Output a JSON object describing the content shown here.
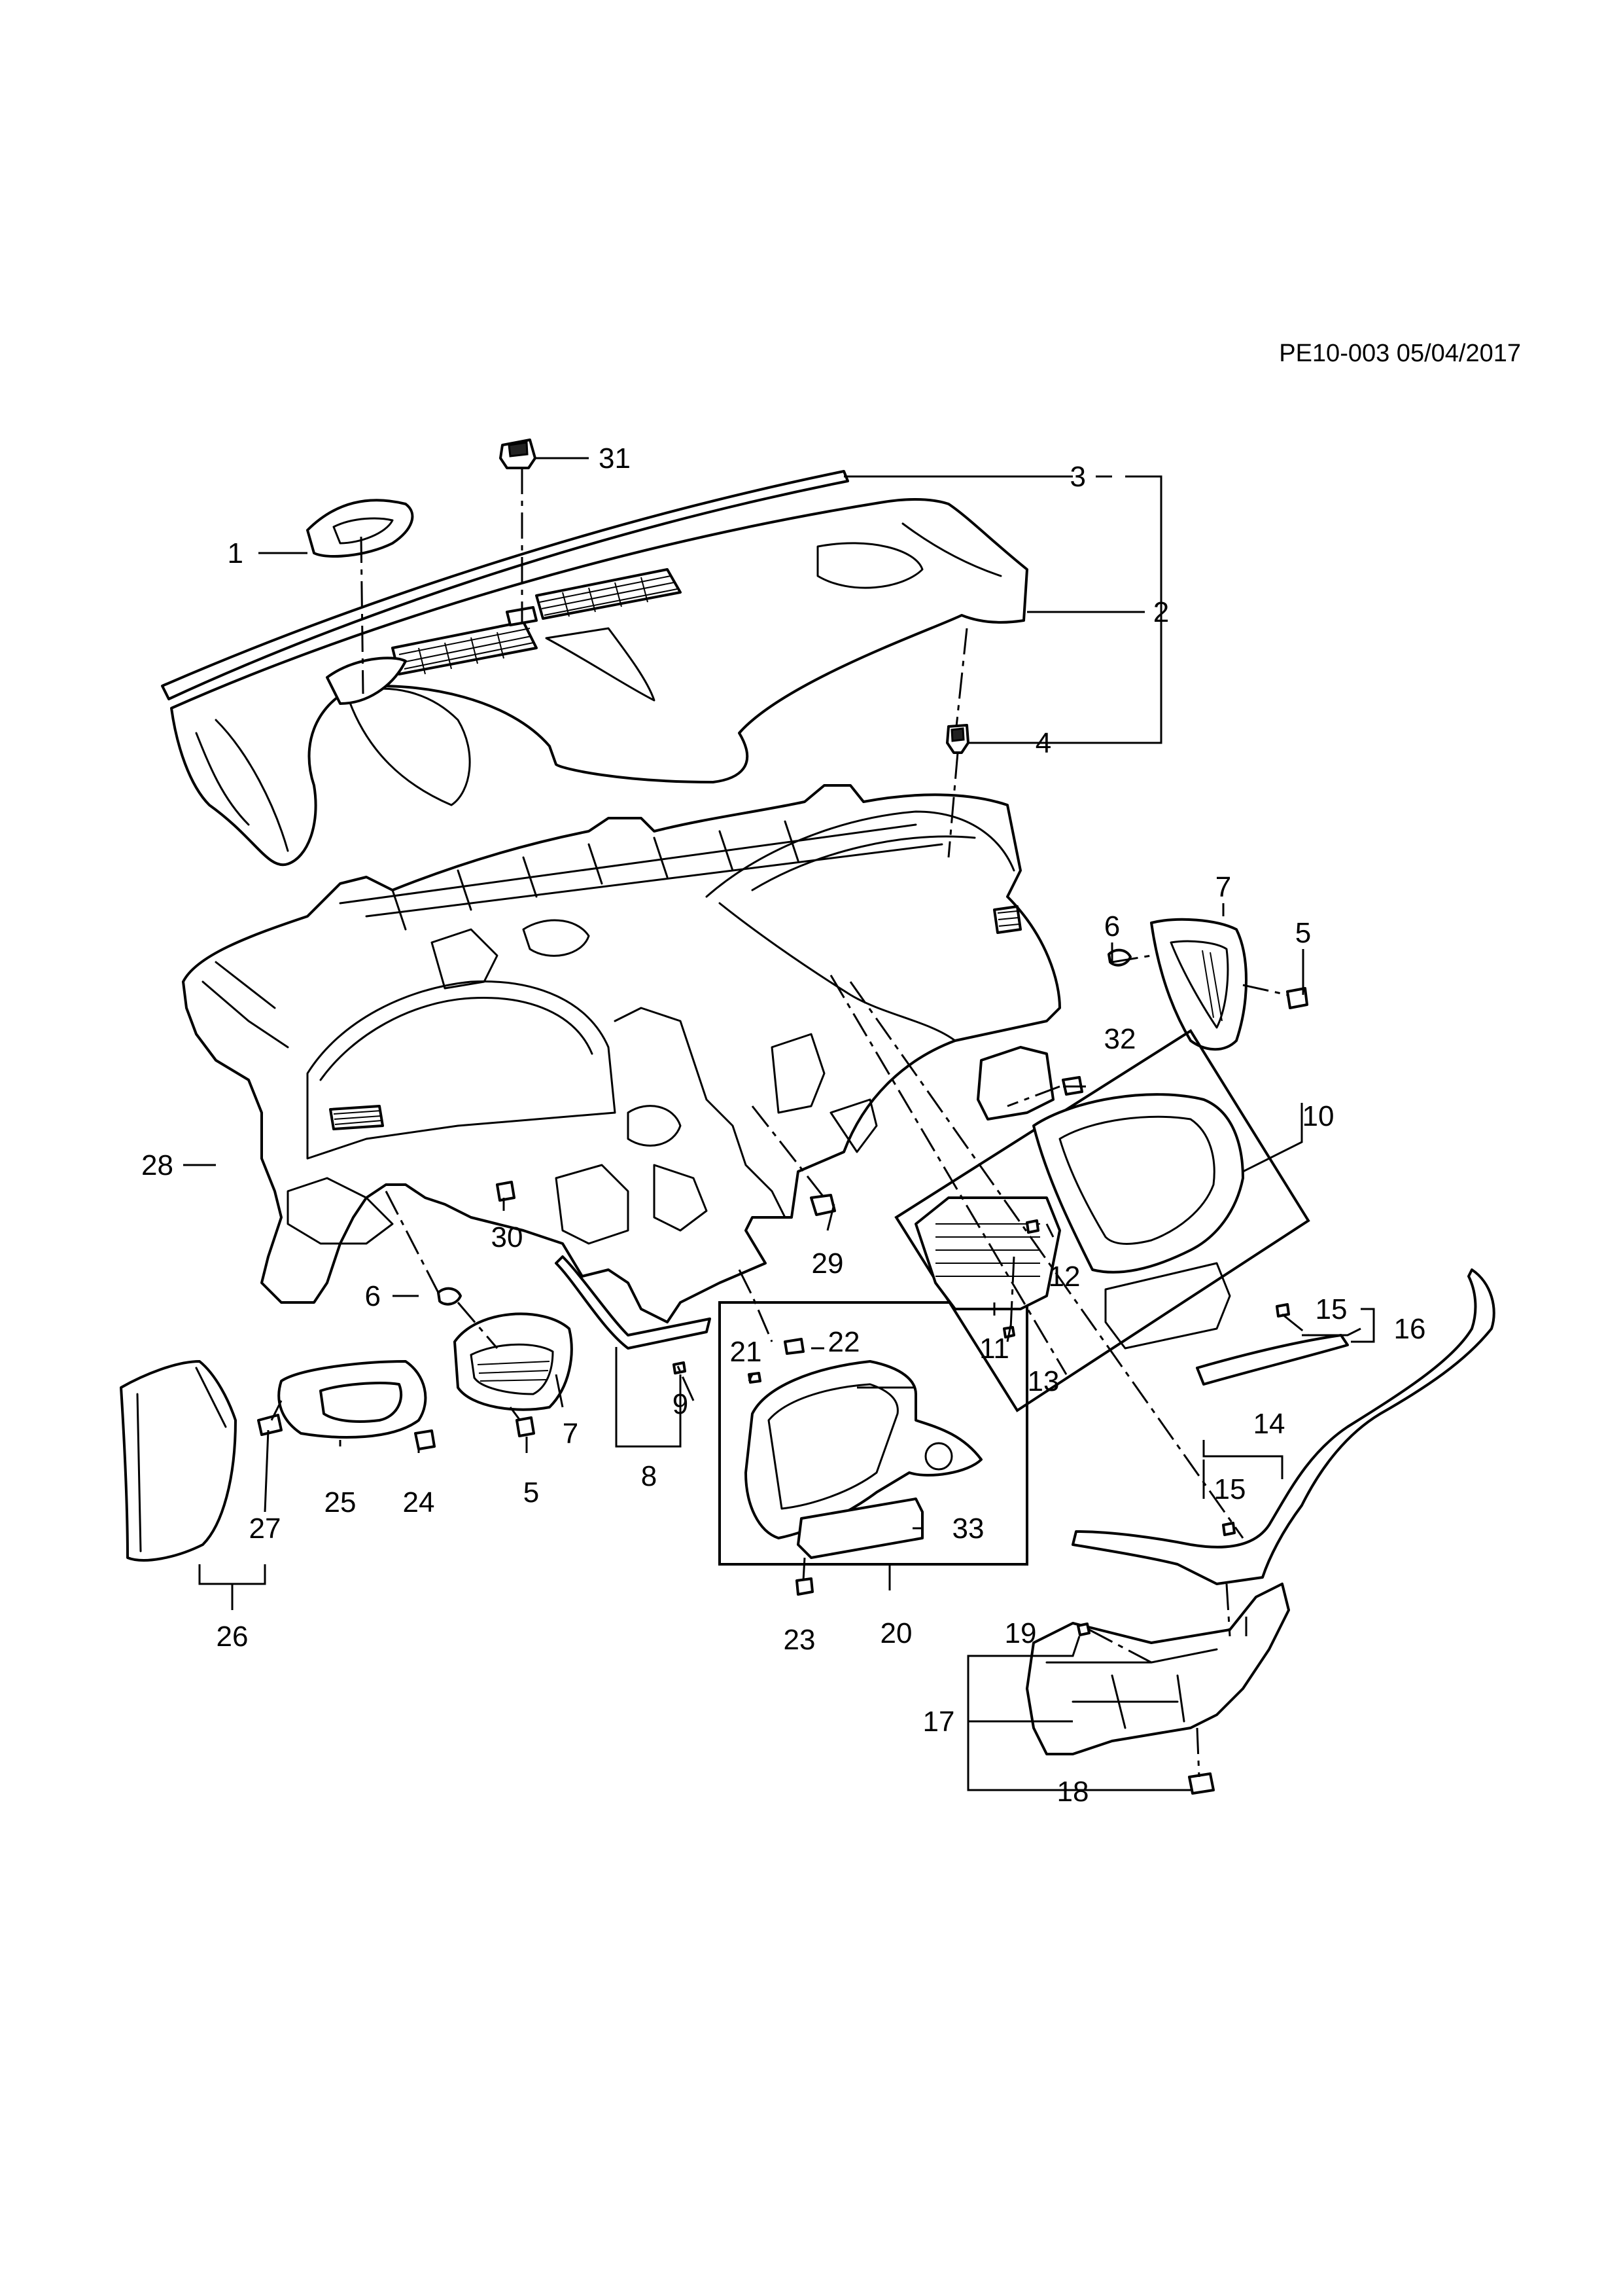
{
  "diagram": {
    "reference": "PE10-003 05/04/2017",
    "callouts": [
      "1",
      "2",
      "3",
      "4",
      "5",
      "5",
      "6",
      "6",
      "7",
      "7",
      "8",
      "9",
      "10",
      "11",
      "12",
      "13",
      "14",
      "15",
      "15",
      "16",
      "17",
      "18",
      "19",
      "20",
      "21",
      "22",
      "23",
      "24",
      "25",
      "26",
      "27",
      "28",
      "29",
      "30",
      "31",
      "32",
      "33"
    ]
  }
}
